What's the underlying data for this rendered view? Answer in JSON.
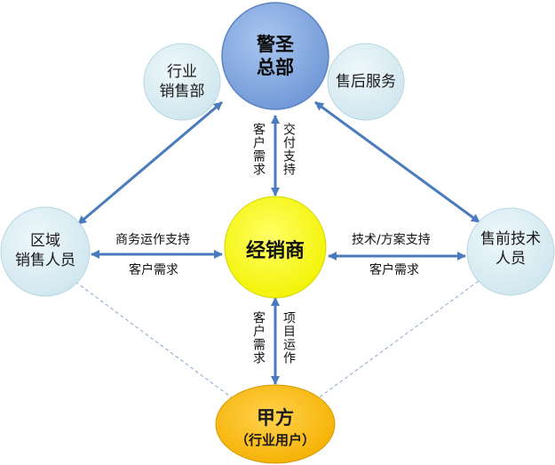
{
  "nodes": {
    "hq": {
      "line1": "警圣",
      "line2": "总部"
    },
    "industry_sales": {
      "line1": "行业",
      "line2": "销售部"
    },
    "after_sales": {
      "label": "售后服务"
    },
    "regional_sales": {
      "line1": "区域",
      "line2": "销售人员"
    },
    "dealer": {
      "label": "经销商"
    },
    "presales_tech": {
      "line1": "售前技术",
      "line2": "人员"
    },
    "client": {
      "title": "甲方",
      "subtitle": "（行业用户）"
    }
  },
  "edges": {
    "hq_dealer_left": "客户需求",
    "hq_dealer_right": "交付支持",
    "regional_to_dealer": "商务运作支持",
    "dealer_to_regional": "客户需求",
    "presales_to_dealer": "技术/方案支持",
    "dealer_to_presales": "客户需求",
    "dealer_client_left": "客户需求",
    "dealer_client_right": "项目运作"
  },
  "colors": {
    "hq_fill": "#7ea6e0",
    "bubble_fill": "#d9ecf2",
    "dealer_fill": "#ffff00",
    "client_fill": "#ffc000",
    "arrow": "#4a7bbd",
    "dashed": "#8aa6cf"
  }
}
